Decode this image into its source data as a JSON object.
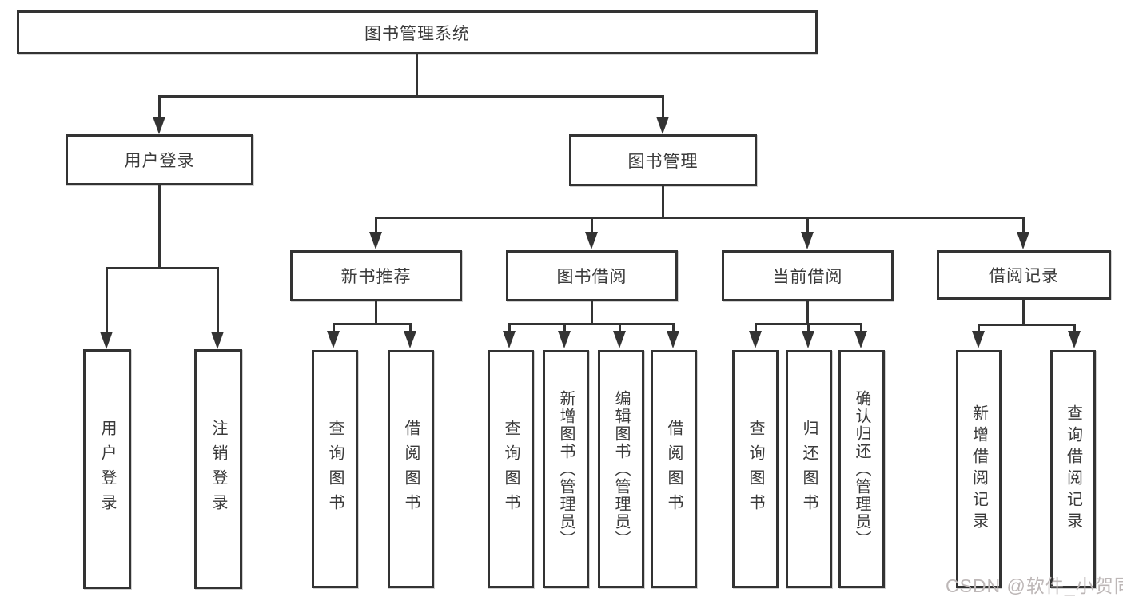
{
  "diagram": {
    "title_hint": "library management system feature tree",
    "root": {
      "label": "图书管理系统"
    },
    "branches": [
      {
        "label": "用户登录",
        "children": [
          {
            "label": "用户登录"
          },
          {
            "label": "注销登录"
          }
        ]
      },
      {
        "label": "图书管理",
        "children": [
          {
            "label": "新书推荐",
            "children": [
              {
                "label": "查询图书"
              },
              {
                "label": "借阅图书"
              }
            ]
          },
          {
            "label": "图书借阅",
            "children": [
              {
                "label": "查询图书"
              },
              {
                "label": "新增图书（管理员）"
              },
              {
                "label": "编辑图书（管理员）"
              },
              {
                "label": "借阅图书"
              }
            ]
          },
          {
            "label": "当前借阅",
            "children": [
              {
                "label": "查询图书"
              },
              {
                "label": "归还图书"
              },
              {
                "label": "确认归还（管理员）"
              }
            ]
          },
          {
            "label": "借阅记录",
            "children": [
              {
                "label": "新增借阅记录"
              },
              {
                "label": "查询借阅记录"
              }
            ]
          }
        ]
      }
    ],
    "watermark": "CSDN @软件_小贺同学",
    "colors": {
      "line": "#333333",
      "box_border": "#333333",
      "box_bg": "#ffffff",
      "text": "#3a3a3a",
      "watermark": "#bdb7b7",
      "background": "#ffffff"
    }
  }
}
